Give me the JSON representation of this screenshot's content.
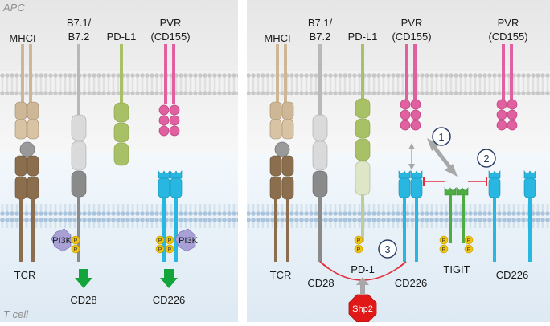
{
  "regions": {
    "apc": "APC",
    "tcell": "T cell"
  },
  "left_panel": {
    "labels": {
      "mhci": "MHCI",
      "b7_line1": "B7.1/",
      "b7_line2": "B7.2",
      "pdl1": "PD-L1",
      "pvr_line1": "PVR",
      "pvr_line2": "(CD155)",
      "tcr": "TCR",
      "cd28": "CD28",
      "cd226": "CD226",
      "pi3k_1": "PI3K",
      "pi3k_2": "PI3K",
      "p": "P"
    }
  },
  "right_panel": {
    "labels": {
      "mhci": "MHCI",
      "b7_line1": "B7.1/",
      "b7_line2": "B7.2",
      "pdl1": "PD-L1",
      "pvr_a_line1": "PVR",
      "pvr_a_line2": "(CD155)",
      "pvr_b_line1": "PVR",
      "pvr_b_line2": "(CD155)",
      "tcr": "TCR",
      "cd28": "CD28",
      "pd1": "PD-1",
      "cd226_a": "CD226",
      "tigit": "TIGIT",
      "cd226_b": "CD226",
      "shp2": "Shp2",
      "p": "P"
    },
    "steps": [
      "1",
      "2",
      "3"
    ]
  },
  "colors": {
    "tcr": "#8a6e4e",
    "tcr_light": "#cdb796",
    "mhc_bead": "#9a9a9a",
    "cd28": "#8a8a8a",
    "b7": "#dadada",
    "pdl1": "#a8c066",
    "pd1": "#dfe6c8",
    "pvr": "#e060a0",
    "cd226": "#27b7e0",
    "tigit": "#4fac45",
    "pi3k": "#a8a1d6",
    "phospho": "#f1c40f",
    "arrow_green": "#13a43c",
    "inhibit": "#e0303c",
    "shp2": "#e11818",
    "gray_arrow": "#a8a8a8",
    "step_ring": "#2a3d66"
  }
}
